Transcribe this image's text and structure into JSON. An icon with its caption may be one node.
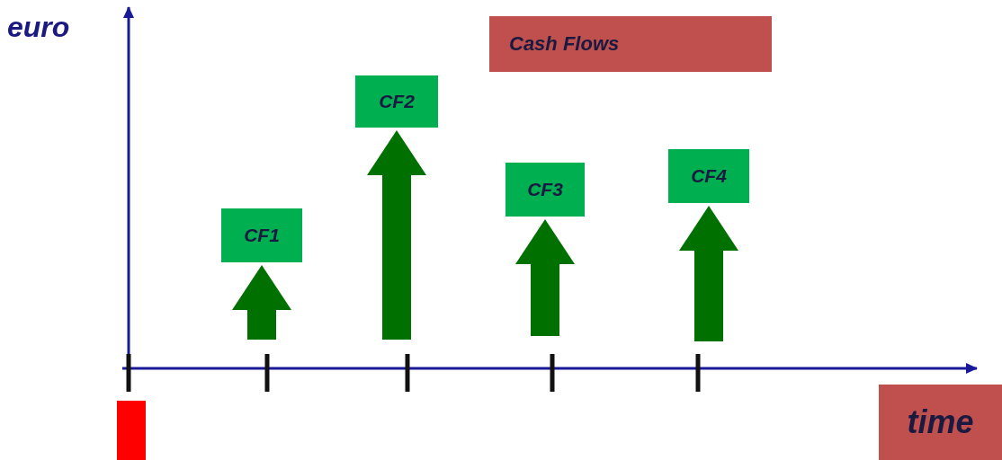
{
  "diagram": {
    "nodes": [
      {
        "text": [
          "Cash Flows"
        ]
      },
      {
        "text": [
          "CF1"
        ]
      },
      {
        "text": [
          "CF2"
        ]
      },
      {
        "text": [
          "CF3"
        ]
      },
      {
        "text": [
          "CF4"
        ]
      },
      {
        "text": [
          "time"
        ]
      },
      {
        "text": [],
        "shape": "bar"
      }
    ],
    "edges": [
      {
        "from": null,
        "to": 1,
        "arrow": "to"
      },
      {
        "from": null,
        "to": 2,
        "arrow": "to"
      },
      {
        "from": null,
        "to": 3,
        "arrow": "to"
      },
      {
        "from": null,
        "to": 4,
        "arrow": "to"
      }
    ],
    "labels": [
      "euro"
    ]
  }
}
